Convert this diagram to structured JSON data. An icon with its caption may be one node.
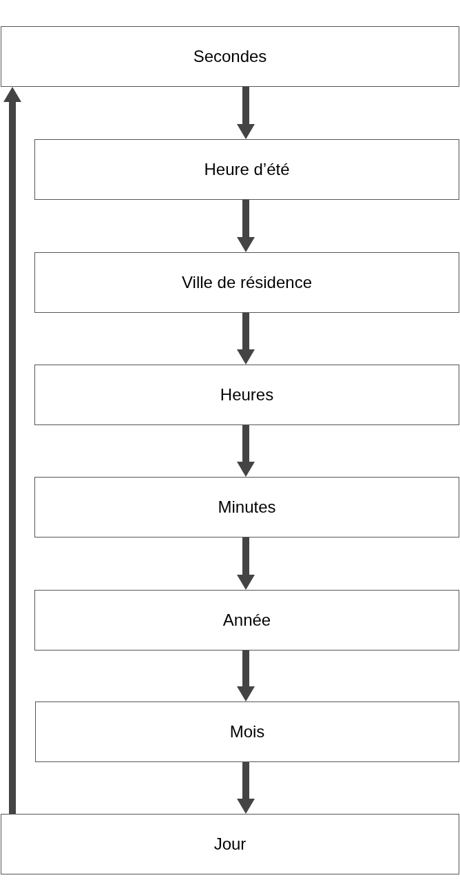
{
  "diagram": {
    "nodes": [
      {
        "text": [
          "Secondes"
        ]
      },
      {
        "text": [
          "Heure d’été"
        ]
      },
      {
        "text": [
          "Ville de résidence"
        ]
      },
      {
        "text": [
          "Heures"
        ]
      },
      {
        "text": [
          "Minutes"
        ]
      },
      {
        "text": [
          "Année"
        ]
      },
      {
        "text": [
          "Mois"
        ]
      },
      {
        "text": [
          "Jour"
        ]
      }
    ],
    "edges": [
      {
        "from": 0,
        "to": 1,
        "arrow": "to"
      },
      {
        "from": 1,
        "to": 2,
        "arrow": "to"
      },
      {
        "from": 2,
        "to": 3,
        "arrow": "to"
      },
      {
        "from": 3,
        "to": 4,
        "arrow": "to"
      },
      {
        "from": 4,
        "to": 5,
        "arrow": "to"
      },
      {
        "from": 5,
        "to": 6,
        "arrow": "to"
      },
      {
        "from": 6,
        "to": 7,
        "arrow": "to"
      },
      {
        "from": 7,
        "to": 0,
        "arrow": "to"
      }
    ]
  }
}
